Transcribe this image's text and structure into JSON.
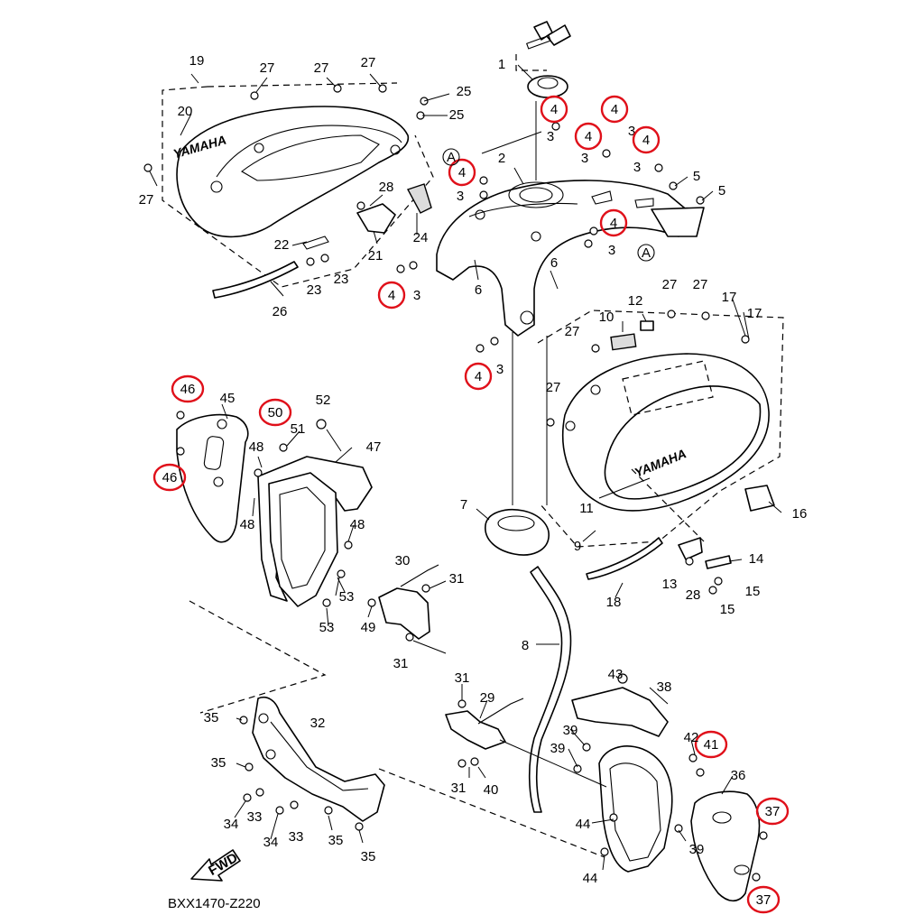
{
  "diagram": {
    "code": "BXX1470-Z220",
    "fwd": "FWD",
    "ref_mark": "A",
    "brand_a": "YAMAHA",
    "brand_b": "YAMAHA"
  },
  "callouts": [
    {
      "id": "c1",
      "text": "1",
      "hl": false
    },
    {
      "id": "c2",
      "text": "2",
      "hl": false
    },
    {
      "id": "c3a",
      "text": "3",
      "hl": false
    },
    {
      "id": "c3b",
      "text": "3",
      "hl": false
    },
    {
      "id": "c3c",
      "text": "3",
      "hl": false
    },
    {
      "id": "c3d",
      "text": "3",
      "hl": false
    },
    {
      "id": "c3e",
      "text": "3",
      "hl": false
    },
    {
      "id": "c3f",
      "text": "3",
      "hl": false
    },
    {
      "id": "c3g",
      "text": "3",
      "hl": false
    },
    {
      "id": "c3h",
      "text": "3",
      "hl": false
    },
    {
      "id": "c4a",
      "text": "4",
      "hl": true
    },
    {
      "id": "c4b",
      "text": "4",
      "hl": true
    },
    {
      "id": "c4c",
      "text": "4",
      "hl": true
    },
    {
      "id": "c4d",
      "text": "4",
      "hl": true
    },
    {
      "id": "c4e",
      "text": "4",
      "hl": true
    },
    {
      "id": "c4f",
      "text": "4",
      "hl": true
    },
    {
      "id": "c4g",
      "text": "4",
      "hl": true
    },
    {
      "id": "c4h",
      "text": "4",
      "hl": true
    },
    {
      "id": "c5a",
      "text": "5",
      "hl": false
    },
    {
      "id": "c5b",
      "text": "5",
      "hl": false
    },
    {
      "id": "c6a",
      "text": "6",
      "hl": false
    },
    {
      "id": "c6b",
      "text": "6",
      "hl": false
    },
    {
      "id": "c7",
      "text": "7",
      "hl": false
    },
    {
      "id": "c8",
      "text": "8",
      "hl": false
    },
    {
      "id": "c9",
      "text": "9",
      "hl": false
    },
    {
      "id": "c10",
      "text": "10",
      "hl": false
    },
    {
      "id": "c11",
      "text": "11",
      "hl": false
    },
    {
      "id": "c12",
      "text": "12",
      "hl": false
    },
    {
      "id": "c13",
      "text": "13",
      "hl": false
    },
    {
      "id": "c14",
      "text": "14",
      "hl": false
    },
    {
      "id": "c15a",
      "text": "15",
      "hl": false
    },
    {
      "id": "c15b",
      "text": "15",
      "hl": false
    },
    {
      "id": "c16",
      "text": "16",
      "hl": false
    },
    {
      "id": "c17a",
      "text": "17",
      "hl": false
    },
    {
      "id": "c17b",
      "text": "17",
      "hl": false
    },
    {
      "id": "c18",
      "text": "18",
      "hl": false
    },
    {
      "id": "c19",
      "text": "19",
      "hl": false
    },
    {
      "id": "c20",
      "text": "20",
      "hl": false
    },
    {
      "id": "c21",
      "text": "21",
      "hl": false
    },
    {
      "id": "c22",
      "text": "22",
      "hl": false
    },
    {
      "id": "c23a",
      "text": "23",
      "hl": false
    },
    {
      "id": "c23b",
      "text": "23",
      "hl": false
    },
    {
      "id": "c24",
      "text": "24",
      "hl": false
    },
    {
      "id": "c25a",
      "text": "25",
      "hl": false
    },
    {
      "id": "c25b",
      "text": "25",
      "hl": false
    },
    {
      "id": "c26",
      "text": "26",
      "hl": false
    },
    {
      "id": "c27a",
      "text": "27",
      "hl": false
    },
    {
      "id": "c27b",
      "text": "27",
      "hl": false
    },
    {
      "id": "c27c",
      "text": "27",
      "hl": false
    },
    {
      "id": "c27d",
      "text": "27",
      "hl": false
    },
    {
      "id": "c27e",
      "text": "27",
      "hl": false
    },
    {
      "id": "c27f",
      "text": "27",
      "hl": false
    },
    {
      "id": "c27g",
      "text": "27",
      "hl": false
    },
    {
      "id": "c27h",
      "text": "27",
      "hl": false
    },
    {
      "id": "c28a",
      "text": "28",
      "hl": false
    },
    {
      "id": "c28b",
      "text": "28",
      "hl": false
    },
    {
      "id": "c29",
      "text": "29",
      "hl": false
    },
    {
      "id": "c30",
      "text": "30",
      "hl": false
    },
    {
      "id": "c31a",
      "text": "31",
      "hl": false
    },
    {
      "id": "c31b",
      "text": "31",
      "hl": false
    },
    {
      "id": "c31c",
      "text": "31",
      "hl": false
    },
    {
      "id": "c31d",
      "text": "31",
      "hl": false
    },
    {
      "id": "c32",
      "text": "32",
      "hl": false
    },
    {
      "id": "c33a",
      "text": "33",
      "hl": false
    },
    {
      "id": "c33b",
      "text": "33",
      "hl": false
    },
    {
      "id": "c34a",
      "text": "34",
      "hl": false
    },
    {
      "id": "c34b",
      "text": "34",
      "hl": false
    },
    {
      "id": "c35a",
      "text": "35",
      "hl": false
    },
    {
      "id": "c35b",
      "text": "35",
      "hl": false
    },
    {
      "id": "c35c",
      "text": "35",
      "hl": false
    },
    {
      "id": "c35d",
      "text": "35",
      "hl": false
    },
    {
      "id": "c36",
      "text": "36",
      "hl": false
    },
    {
      "id": "c37a",
      "text": "37",
      "hl": true
    },
    {
      "id": "c37b",
      "text": "37",
      "hl": true
    },
    {
      "id": "c38",
      "text": "38",
      "hl": false
    },
    {
      "id": "c39a",
      "text": "39",
      "hl": false
    },
    {
      "id": "c39b",
      "text": "39",
      "hl": false
    },
    {
      "id": "c39c",
      "text": "39",
      "hl": false
    },
    {
      "id": "c40",
      "text": "40",
      "hl": false
    },
    {
      "id": "c41",
      "text": "41",
      "hl": true
    },
    {
      "id": "c42",
      "text": "42",
      "hl": false
    },
    {
      "id": "c43",
      "text": "43",
      "hl": false
    },
    {
      "id": "c44a",
      "text": "44",
      "hl": false
    },
    {
      "id": "c44b",
      "text": "44",
      "hl": false
    },
    {
      "id": "c45",
      "text": "45",
      "hl": false
    },
    {
      "id": "c46a",
      "text": "46",
      "hl": true
    },
    {
      "id": "c46b",
      "text": "46",
      "hl": true
    },
    {
      "id": "c47",
      "text": "47",
      "hl": false
    },
    {
      "id": "c48a",
      "text": "48",
      "hl": false
    },
    {
      "id": "c48b",
      "text": "48",
      "hl": false
    },
    {
      "id": "c48c",
      "text": "48",
      "hl": false
    },
    {
      "id": "c49",
      "text": "49",
      "hl": false
    },
    {
      "id": "c50",
      "text": "50",
      "hl": true
    },
    {
      "id": "c51",
      "text": "51",
      "hl": false
    },
    {
      "id": "c52",
      "text": "52",
      "hl": false
    },
    {
      "id": "c53a",
      "text": "53",
      "hl": false
    },
    {
      "id": "c53b",
      "text": "53",
      "hl": false
    }
  ]
}
